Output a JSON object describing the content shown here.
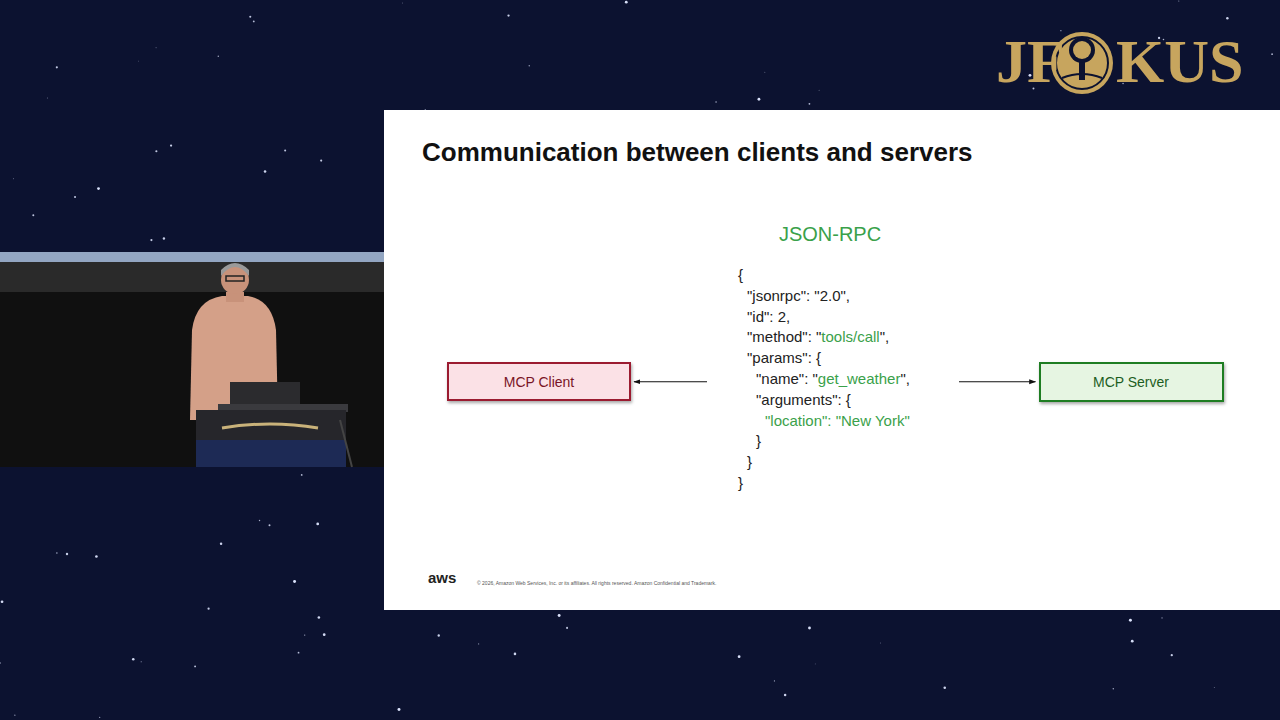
{
  "diagram": {
    "title": "Communication between clients and servers",
    "nodes": [
      {
        "text": [
          "MCP Client"
        ]
      },
      {
        "text": [
          "MCP Server"
        ]
      }
    ],
    "edges": [
      {
        "from": 0,
        "to": 1,
        "arrow": "both"
      }
    ],
    "labels": [
      "JF",
      "KUS",
      "JSON-RPC",
      "{",
      "\"jsonrpc\": \"2.0\",",
      "\"id\": 2,",
      "\"method\": \"tools/call\",",
      "\"params\": {",
      "\"name\": \"get_weather\",",
      "\"arguments\": {",
      "\"location\": \"New York\"",
      "}",
      "}",
      "}",
      "aws",
      "© 2026, Amazon Web Services, Inc. or its affiliates. All rights reserved. Amazon Confidential and Trademark."
    ]
  }
}
